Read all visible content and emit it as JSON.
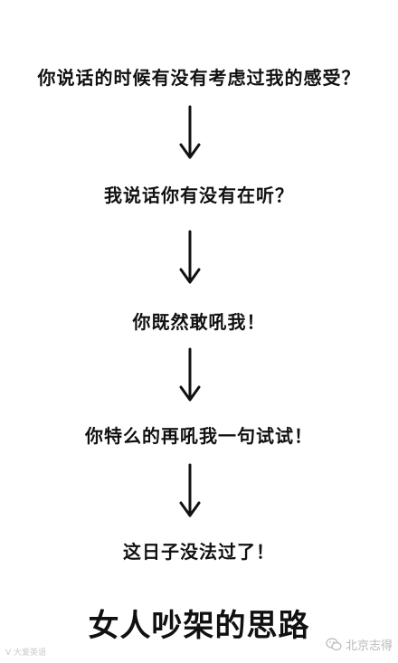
{
  "steps": [
    "你说话的时候有没有考虑过我的感受？",
    "我说话你有没有在听？",
    "你既然敢吼我！",
    "你特么的再吼我一句试试！",
    "这日子没法过了！"
  ],
  "title": "女人吵架的思路",
  "watermark_left": "V 大爱英语",
  "watermark_right": "北京志得",
  "colors": {
    "text": "#111111",
    "background": "#ffffff",
    "watermark": "#b8b8b8"
  },
  "icons": [
    "down-arrow-icon",
    "wechat-icon"
  ]
}
